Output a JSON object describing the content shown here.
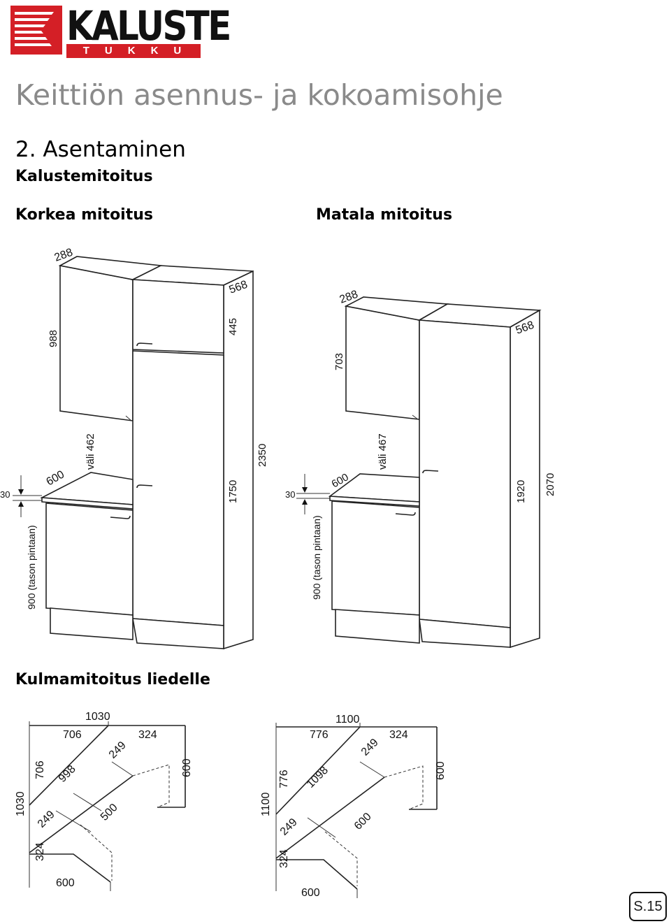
{
  "logo": {
    "word": "KALUSTE",
    "sub": "TUKKU"
  },
  "title": "Keittiön asennus- ja kokoamisohje",
  "section": "2. Asentaminen",
  "subsection": "Kalustemitoitus",
  "tall_heading": "Korkea mitoitus",
  "low_heading": "Matala mitoitus",
  "corner_heading": "Kulmamitoitus liedelle",
  "tall": {
    "d288": "288",
    "d568": "568",
    "d988": "988",
    "d445": "445",
    "vali": "väli 462",
    "d600": "600",
    "d2350": "2350",
    "d1750": "1750",
    "d30": "30",
    "base": "900 (tason pintaan)"
  },
  "low": {
    "d288": "288",
    "d568": "568",
    "d703": "703",
    "vali": "väli 467",
    "d600": "600",
    "d1920": "1920",
    "d2070": "2070",
    "d30": "30",
    "base": "900 (tason pintaan)"
  },
  "corner1": {
    "top": "1030",
    "a": "706",
    "b": "324",
    "c": "249",
    "diag": "998",
    "inner": "500",
    "side": "1030",
    "left706": "706",
    "left249": "249",
    "left324": "324",
    "bottom": "600",
    "right": "600"
  },
  "corner2": {
    "top": "1100",
    "a": "776",
    "b": "324",
    "c": "249",
    "diag": "1098",
    "inner": "600",
    "side": "1100",
    "left776": "776",
    "left249": "249",
    "left324": "324",
    "bottom": "600",
    "right": "600"
  },
  "page": "S.15",
  "colors": {
    "brand_red": "#d41f26",
    "title_gray": "#8a8a8a"
  }
}
